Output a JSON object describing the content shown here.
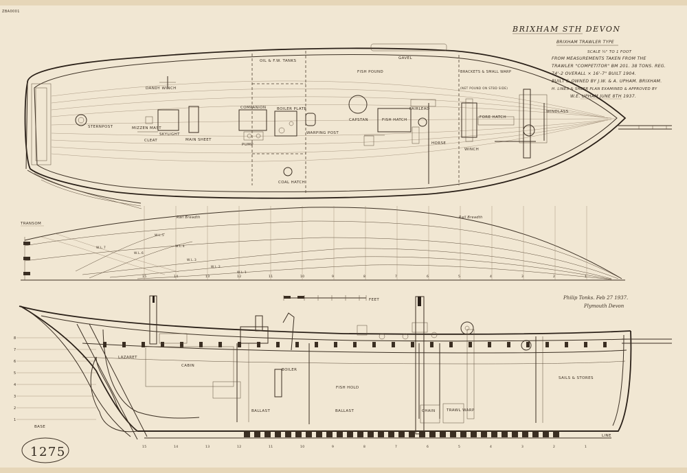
{
  "title_block": {
    "title": "BRIXHAM  STH DEVON",
    "subtitle": "BRIXHAM TRAWLER TYPE",
    "scale": "SCALE ¼\" TO 1 FOOT",
    "notes": [
      "FROM MEASUREMENTS TAKEN FROM THE",
      "TRAWLER \"COMPETITOR\" BM 201.  38 TONS. REG.",
      "74'-2 OVERALL × 16'-7\"   BUILT 1904.",
      "BUILT & OWNED BY J.W. & A. UPHAM. BRIXHAM.",
      "H. LINES & SHEER PLAN EXAMINED & APPROVED BY",
      "W.E. UPHAM   JUNE 8TH 1937."
    ],
    "signature": [
      "Philip Tonks. Feb 27 1937.",
      "Plymouth  Devon"
    ]
  },
  "archive_ref": "1275",
  "corner_ref": "ZBA0001",
  "deck_labels": [
    {
      "id": "dandy-winch",
      "text": "DANDY WINCH"
    },
    {
      "id": "sternpost",
      "text": "STERNPOST"
    },
    {
      "id": "mizzen-mast",
      "text": "MIZZEN MAST"
    },
    {
      "id": "skylight",
      "text": "SKYLIGHT"
    },
    {
      "id": "cleat",
      "text": "CLEAT"
    },
    {
      "id": "main-sheet",
      "text": "MAIN SHEET"
    },
    {
      "id": "companion",
      "text": "COMPANION"
    },
    {
      "id": "pump",
      "text": "PUMP"
    },
    {
      "id": "boiler-plate",
      "text": "BOILER PLATE"
    },
    {
      "id": "warping-post",
      "text": "WARPING POST"
    },
    {
      "id": "coal-hatch",
      "text": "COAL HATCH"
    },
    {
      "id": "oil-tanks",
      "text": "OIL & F.W. TANKS"
    },
    {
      "id": "fish-pound",
      "text": "FISH POUND"
    },
    {
      "id": "capstan",
      "text": "CAPSTAN"
    },
    {
      "id": "fish-hatch",
      "text": "FISH HATCH"
    },
    {
      "id": "fairlead",
      "text": "FAIRLEAD"
    },
    {
      "id": "horse",
      "text": "HORSE"
    },
    {
      "id": "gavel",
      "text": "GAVEL"
    },
    {
      "id": "brackets",
      "text": "BRACKETS & SMALL WARP"
    },
    {
      "id": "net-pound",
      "text": "(NET POUND ON STBD SIDE)"
    },
    {
      "id": "fore-hatch",
      "text": "FORE HATCH"
    },
    {
      "id": "winch",
      "text": "WINCH"
    },
    {
      "id": "windlass",
      "text": "WINDLASS"
    }
  ],
  "lines_labels": {
    "transom": "TRANSOM",
    "rail_left": "Rail Breadth",
    "rail_right": "Rail Breadth",
    "waterlines": [
      "W.L.7",
      "W.L.6",
      "W.L.5",
      "W.L.4",
      "W.L.3",
      "W.L.2",
      "W.L.1"
    ],
    "stations": [
      "15",
      "14",
      "13",
      "12",
      "11",
      "10",
      "9",
      "8",
      "7",
      "6",
      "5",
      "4",
      "3",
      "2",
      "1"
    ]
  },
  "profile_labels": {
    "lazaret": "LAZARET",
    "cabin": "CABIN",
    "boiler": "BOILER",
    "fish_hold": "FISH HOLD",
    "ballast_1": "BALLAST",
    "ballast_2": "BALLAST",
    "chain": "CHAIN",
    "trawl_warp": "TRAWL WARP",
    "sails_stores": "SAILS & STORES",
    "base": "BASE",
    "line": "LINE",
    "feet": "FEET",
    "heights": [
      "8",
      "7",
      "6",
      "5",
      "4",
      "3",
      "2",
      "1"
    ]
  },
  "colors": {
    "paper": "#f0e5d0",
    "ink": "#3a2e22"
  }
}
